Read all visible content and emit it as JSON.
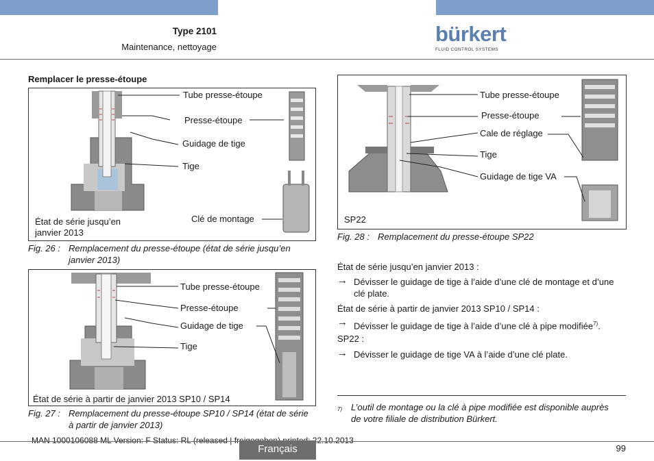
{
  "header": {
    "type": "Type 2101",
    "subtitle": "Maintenance, nettoyage",
    "logo_word": "bürkert",
    "logo_sub": "FLUID CONTROL SYSTEMS"
  },
  "section_title": "Remplacer le presse-étoupe",
  "fig26": {
    "labels": {
      "tube": "Tube presse-étoupe",
      "presse": "Presse-étoupe",
      "guidage": "Guidage de tige",
      "tige": "Tige",
      "cle": "Clé de montage",
      "etat_l1": "État de série jusqu’en",
      "etat_l2": "janvier 2013"
    },
    "caption_num": "Fig. 26 :",
    "caption_text": "Remplacement du presse-étoupe (état de série jusqu’en janvier 2013)"
  },
  "fig27": {
    "labels": {
      "tube": "Tube presse-étoupe",
      "presse": "Presse-étoupe",
      "guidage": "Guidage de tige",
      "tige": "Tige",
      "etat": "État de série à partir de janvier 2013 SP10 / SP14"
    },
    "caption_num": "Fig. 27 :",
    "caption_text": "Remplacement du presse-étoupe SP10 / SP14 (état de série à partir de janvier 2013)"
  },
  "fig28": {
    "labels": {
      "tube": "Tube presse-étoupe",
      "presse": "Presse-étoupe",
      "cale": "Cale de réglage",
      "tige": "Tige",
      "guidage": "Guidage de tige VA",
      "sp": "SP22"
    },
    "caption_num": "Fig. 28 :",
    "caption_text": "Remplacement du presse-étoupe SP22"
  },
  "instructions": {
    "p1": "État de série jusqu’en janvier 2013 :",
    "s1": "Dévisser le guidage de tige à l’aide d’une clé de montage et d’une clé plate.",
    "p2": "État de série à partir de janvier 2013 SP10 / SP14 :",
    "s2": "Dévisser le guidage de tige à l’aide d’une clé à pipe modifiée",
    "s2_sup": "7)",
    "s2_end": ".",
    "p3": "SP22 :",
    "s3": "Dévisser le guidage de tige VA à l’aide d’une clé plate.",
    "arrow": "→"
  },
  "footnote": {
    "mark": "7)",
    "text": "L’outil de montage ou la clé à pipe modifiée est disponible auprès de votre filiale de distribution Bürkert."
  },
  "footer": {
    "print_line": "MAN  1000106088  ML  Version: F Status: RL (released | freigegeben)  printed: 22.10.2013",
    "language": "Français",
    "page": "99"
  },
  "colors": {
    "bar": "#7e9fc9",
    "logo": "#5a7fb0",
    "lang_box": "#6e6e6e"
  }
}
